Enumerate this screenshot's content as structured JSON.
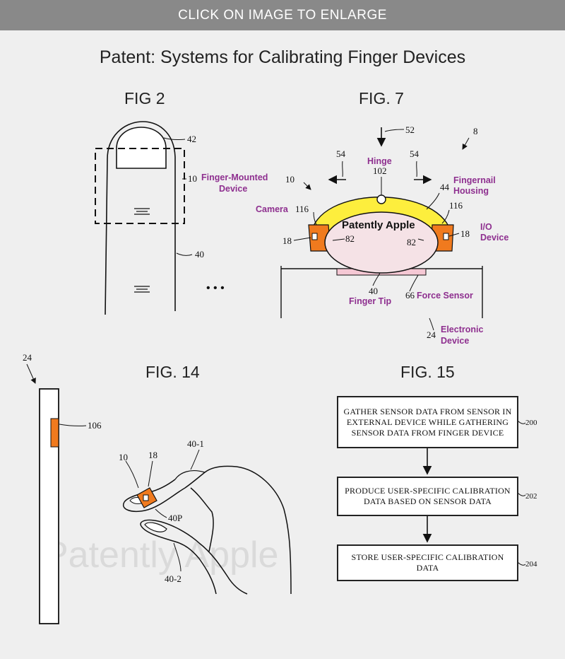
{
  "banner": {
    "text": "CLICK ON IMAGE TO ENLARGE"
  },
  "page_title": "Patent: Systems for Calibrating Finger Devices",
  "watermark": "Patently Apple",
  "fig2": {
    "title": "FIG 2",
    "refs": {
      "nail": "42",
      "device": "10",
      "finger": "40"
    },
    "ellipsis": "• • •"
  },
  "fig7": {
    "title": "FIG. 7",
    "labels": {
      "finger_mounted_1": "Finger-Mounted",
      "finger_mounted_2": "Device",
      "hinge": "Hinge",
      "fingernail_1": "Fingernail",
      "fingernail_2": "Housing",
      "camera": "Camera",
      "patently": "Patently Apple",
      "io_1": "I/O",
      "io_2": "Device",
      "finger_tip": "Finger Tip",
      "force_sensor": "Force Sensor",
      "electronic_1": "Electronic",
      "electronic_2": "Device"
    },
    "refs": {
      "r52": "52",
      "r8": "8",
      "r54a": "54",
      "r54b": "54",
      "r102": "102",
      "r10": "10",
      "r44": "44",
      "r116a": "116",
      "r116b": "116",
      "r18a": "18",
      "r18b": "18",
      "r82a": "82",
      "r82b": "82",
      "r40": "40",
      "r66": "66",
      "r24": "24"
    }
  },
  "fig14": {
    "title": "FIG. 14",
    "refs": {
      "r24": "24",
      "r106": "106",
      "r10": "10",
      "r18": "18",
      "r40_1": "40-1",
      "r40p": "40P",
      "r40_2": "40-2"
    }
  },
  "fig15": {
    "title": "FIG. 15",
    "steps": [
      {
        "text": "GATHER SENSOR DATA FROM SENSOR IN EXTERNAL DEVICE WHILE GATHERING SENSOR DATA FROM FINGER DEVICE",
        "ref": "200"
      },
      {
        "text": "PRODUCE USER-SPECIFIC CALIBRATION DATA BASED ON SENSOR DATA",
        "ref": "202"
      },
      {
        "text": "STORE USER-SPECIFIC CALIBRATION DATA",
        "ref": "204"
      }
    ]
  },
  "colors": {
    "banner": "#898989",
    "background": "#efefef",
    "accent_magenta": "#8e2f8f",
    "housing_yellow": "#fdee3d",
    "orange": "#f07a1e",
    "pink": "#f5e2e6"
  }
}
